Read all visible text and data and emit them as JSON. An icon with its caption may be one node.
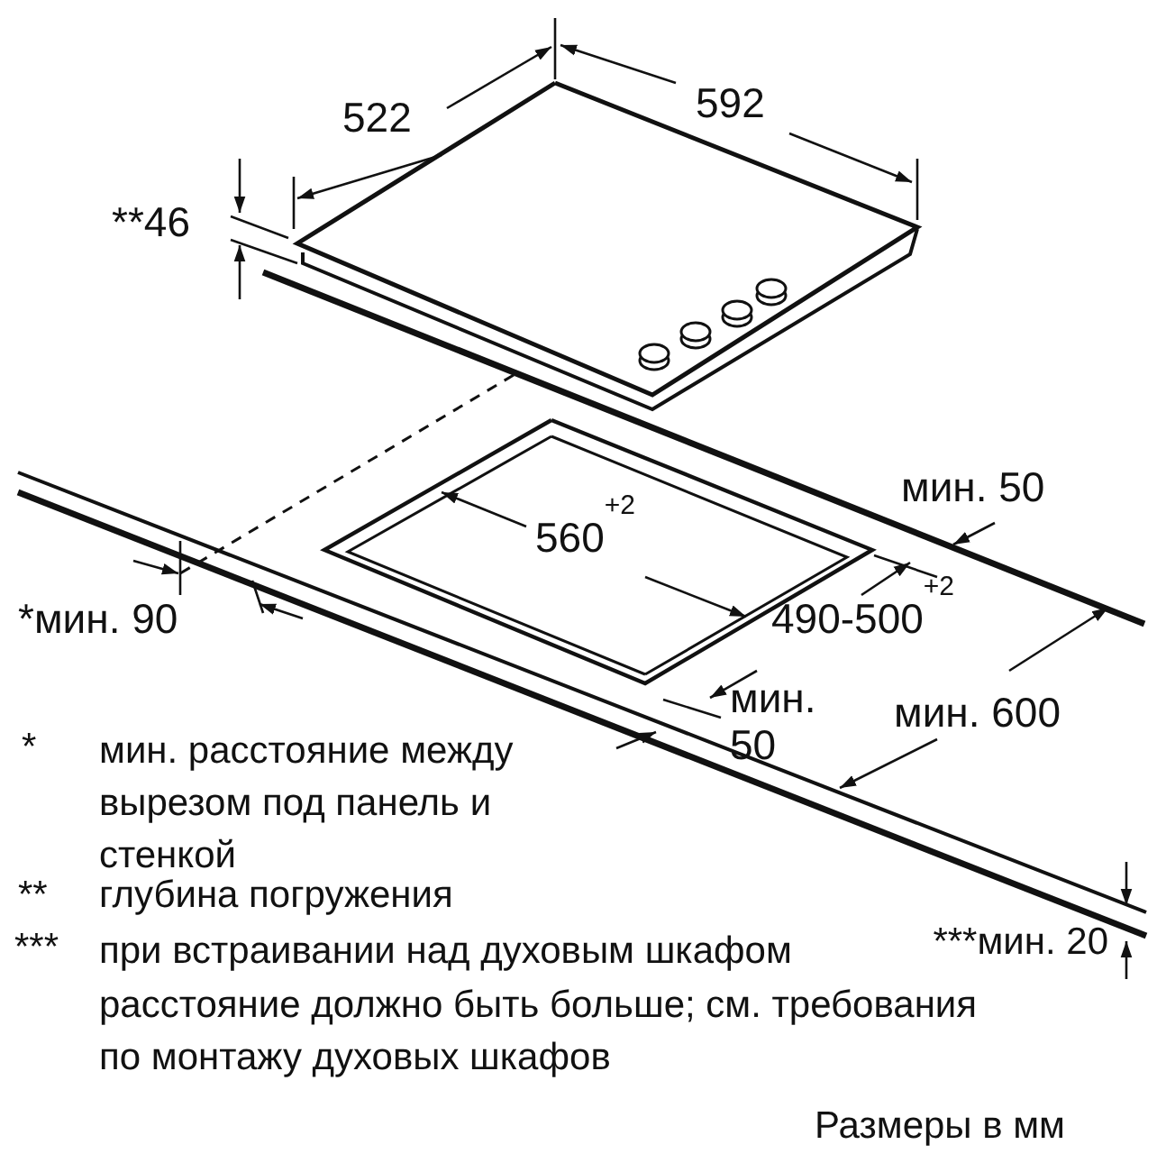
{
  "diagram": {
    "labels": [
      "522",
      "592",
      "**46",
      "мин. 50",
      "560$^{+2}$",
      "*мин. 90",
      "490-500$^{+2}$",
      "мин. 50",
      "мин. 600",
      "*",
      "мин. расстояние между вырезом под панель и стенкой",
      "**",
      "глубина погружения",
      "***",
      "при встраивании над духовым шкафом расстояние должно быть больше; см. требования по монтажу духовых шкафов",
      "***мин. 20",
      "Размеры в мм"
    ]
  }
}
